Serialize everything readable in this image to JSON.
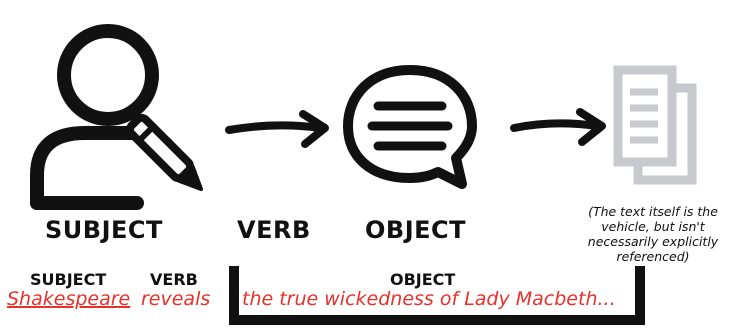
{
  "diagram": {
    "icons": [
      {
        "name": "person-with-pen-icon"
      },
      {
        "name": "speech-bubble-icon"
      },
      {
        "name": "document-stack-icon"
      }
    ],
    "arrows": 2,
    "labels": {
      "subject": "SUBJECT",
      "verb": "VERB",
      "object": "OBJECT",
      "note": "(The text itself is the vehicle, but isn't necessarily explicitly referenced)"
    }
  },
  "example": {
    "labels": {
      "subject": "SUBJECT",
      "verb": "VERB",
      "object": "OBJECT"
    },
    "sentence": {
      "subject": "Shakespeare",
      "verb": "reveals",
      "object": "the true wickedness of Lady Macbeth..."
    },
    "colors": {
      "sentence": "#e8312a",
      "document_icon": "#c8c9cc",
      "ink": "#111111"
    }
  }
}
